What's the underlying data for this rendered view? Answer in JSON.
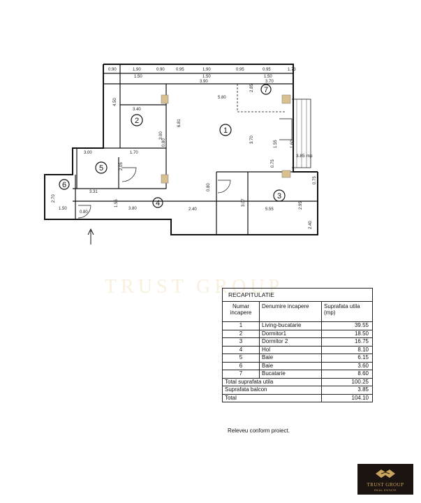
{
  "plan": {
    "room_numbers": [
      "1",
      "2",
      "3",
      "4",
      "5",
      "6",
      "7"
    ],
    "balcony_label": "3.85 mp",
    "dimensions": {
      "top_a": "0.90",
      "top_b": "1.90",
      "top_c": "0.90",
      "top_d": "0.95",
      "top_e": "1.90",
      "top_f": "0.95",
      "top_g": "0.95",
      "top_h": "1.73",
      "top2_a": "1.50",
      "top2_b": "1.50",
      "top2_c": "1.50",
      "row3_a": "3.90",
      "row3_b": "3.70",
      "r2_w": "3.40",
      "r2_h": "4.50",
      "r2_h2": "3.00",
      "r1_w": "5.80",
      "r1_h": "6.81",
      "r1_h2": "3.70",
      "r7_h": "2.85",
      "r7_v": "1.55",
      "b5_w": "3.00",
      "b5_w2": "1.70",
      "b5_h": "2.05",
      "hall_w": "3.31",
      "hall_a": "1.55",
      "hall_b": "3.80",
      "b6_h": "2.70",
      "b6_w": "1.50",
      "b6_d": "0.80",
      "r1_bot": "2.40",
      "r1_v2": "0.75",
      "r3_w": "5.55",
      "r3_h": "2.95",
      "r3_h2": "0.75",
      "r3_h3": "2.40",
      "mid_a": "3.07",
      "mid_b": "0.80",
      "side_a": "1.60",
      "side_b": "0.80"
    }
  },
  "recap": {
    "title": "RECAPITULATIE",
    "headers": [
      "Numar incapere",
      "Denumire incapere",
      "Suprafata utila (mp)"
    ],
    "rows": [
      {
        "nr": "1",
        "name": "Living-bucatarie",
        "area": "39.55"
      },
      {
        "nr": "2",
        "name": "Dormitor1",
        "area": "18.50"
      },
      {
        "nr": "3",
        "name": "Dormitor 2",
        "area": "16.75"
      },
      {
        "nr": "4",
        "name": "Hol",
        "area": "8.10"
      },
      {
        "nr": "5",
        "name": "Baie",
        "area": "6.15"
      },
      {
        "nr": "6",
        "name": "Baie",
        "area": "3.60"
      },
      {
        "nr": "7",
        "name": "Bucatarie",
        "area": "8.60"
      }
    ],
    "totals": [
      {
        "label": "Total suprafata utila",
        "value": "100.25"
      },
      {
        "label": "Suprafata balcon",
        "value": "3.85"
      },
      {
        "label": "Total",
        "value": "104.10"
      }
    ],
    "note": "Releveu conform proiect."
  },
  "watermark": "TRUST GROUP",
  "logo": {
    "name": "TRUST GROUP",
    "tagline": "REAL ESTATE",
    "accent": "#c9a45c"
  }
}
